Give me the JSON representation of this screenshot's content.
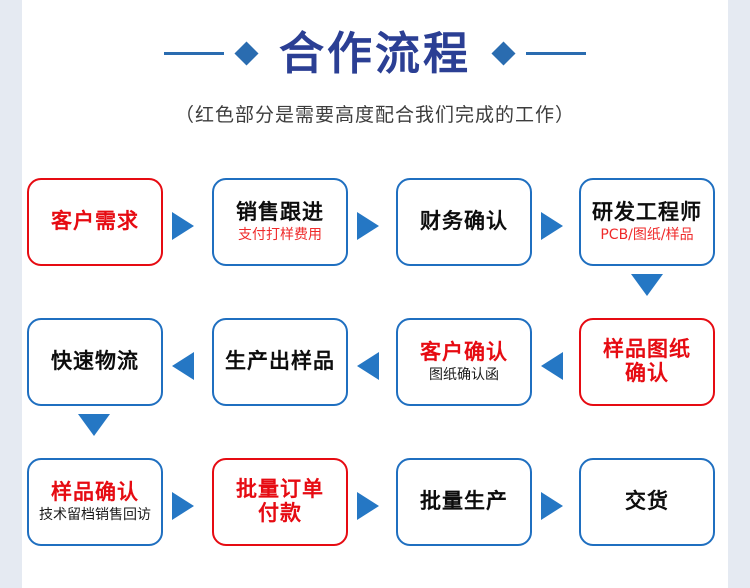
{
  "header": {
    "title": "合作流程",
    "subtitle": "（红色部分是需要高度配合我们完成的工作）",
    "accent_color": "#2a6cb0",
    "title_color": "#2b3f94"
  },
  "palette": {
    "blue_border": "#1f6fc0",
    "red_border": "#e60b12",
    "arrow_blue": "#2577c4",
    "red_text": "#e60b12",
    "background": "#ffffff",
    "gutter": "#e5eaf2"
  },
  "flow": {
    "rows": [
      {
        "direction": "right",
        "nodes": [
          {
            "main": "客户需求",
            "sub": "",
            "border": "red",
            "main_color": "red",
            "sub_color": "none"
          },
          {
            "main": "销售跟进",
            "sub": "支付打样费用",
            "border": "blue",
            "main_color": "black",
            "sub_color": "red"
          },
          {
            "main": "财务确认",
            "sub": "",
            "border": "blue",
            "main_color": "black",
            "sub_color": "none"
          },
          {
            "main": "研发工程师",
            "sub": "PCB/图纸/样品",
            "border": "blue",
            "main_color": "black",
            "sub_color": "red"
          }
        ]
      },
      {
        "direction": "left",
        "nodes": [
          {
            "main": "快速物流",
            "sub": "",
            "border": "blue",
            "main_color": "black",
            "sub_color": "none"
          },
          {
            "main": "生产出样品",
            "sub": "",
            "border": "blue",
            "main_color": "black",
            "sub_color": "none"
          },
          {
            "main": "客户确认",
            "sub": "图纸确认函",
            "border": "blue",
            "main_color": "red",
            "sub_color": "black"
          },
          {
            "main": "样品图纸\n确认",
            "sub": "",
            "border": "red",
            "main_color": "red",
            "sub_color": "none"
          }
        ]
      },
      {
        "direction": "right",
        "nodes": [
          {
            "main": "样品确认",
            "sub": "技术留档销售回访",
            "border": "blue",
            "main_color": "red",
            "sub_color": "black"
          },
          {
            "main": "批量订单\n付款",
            "sub": "",
            "border": "red",
            "main_color": "red",
            "sub_color": "none"
          },
          {
            "main": "批量生产",
            "sub": "",
            "border": "blue",
            "main_color": "black",
            "sub_color": "none"
          },
          {
            "main": "交货",
            "sub": "",
            "border": "blue",
            "main_color": "black",
            "sub_color": "none"
          }
        ]
      }
    ],
    "connectors": [
      {
        "from": "研发工程师",
        "to": "样品图纸确认",
        "type": "down-arrow"
      },
      {
        "from": "快速物流",
        "to": "样品确认",
        "type": "down-arrow"
      }
    ]
  }
}
